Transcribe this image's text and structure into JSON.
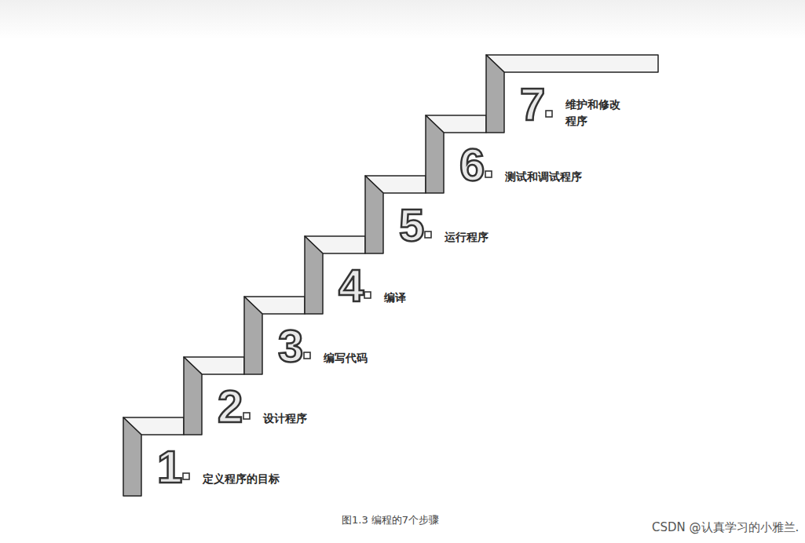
{
  "diagram": {
    "caption": "图1.3 编程的7个步骤",
    "labels": [
      "1",
      "定义程序的目标",
      "2",
      "设计程序",
      "3",
      "编写代码",
      "4",
      "编译",
      "5",
      "运行程序",
      "6",
      "测试和调试程序",
      "7",
      "维护和修改 程序",
      "CSDN @认真学习的小雅兰."
    ]
  }
}
